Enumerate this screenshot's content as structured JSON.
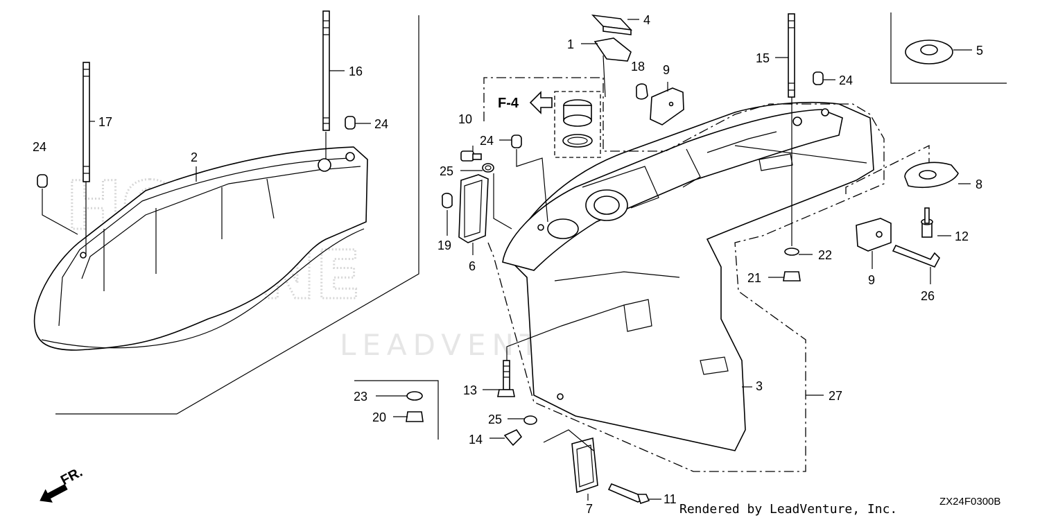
{
  "watermarks": {
    "brand_top": "HONDA",
    "brand_bottom": "MARINE",
    "company": "LEADVENTURE"
  },
  "reference": {
    "label": "F-4"
  },
  "direction": {
    "label": "FR."
  },
  "footer": {
    "credit": "Rendered by LeadVenture, Inc.",
    "diagram_code": "ZX24F0300B"
  },
  "callouts": {
    "c1": "1",
    "c2": "2",
    "c3": "3",
    "c4": "4",
    "c5": "5",
    "c6": "6",
    "c7": "7",
    "c8": "8",
    "c9a": "9",
    "c9b": "9",
    "c10": "10",
    "c11": "11",
    "c12": "12",
    "c13": "13",
    "c14": "14",
    "c15": "15",
    "c16": "16",
    "c17": "17",
    "c18": "18",
    "c19": "19",
    "c20": "20",
    "c21": "21",
    "c22": "22",
    "c23": "23",
    "c24a": "24",
    "c24b": "24",
    "c24c": "24",
    "c24d": "24",
    "c25a": "25",
    "c25b": "25",
    "c26": "26",
    "c27": "27"
  },
  "icons": {
    "direction": "front-direction-arrow-icon",
    "reference": "reference-arrow-icon"
  }
}
